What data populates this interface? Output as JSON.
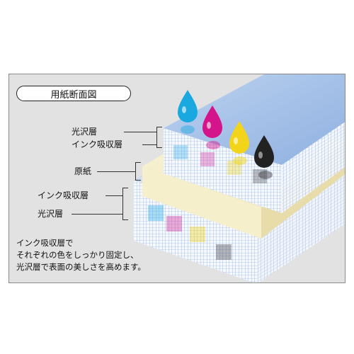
{
  "title": "用紙断面図",
  "labels": {
    "gloss_top": "光沢層",
    "ink_top": "インク吸収層",
    "base_paper": "原紙",
    "ink_bottom": "インク吸収層",
    "gloss_bottom": "光沢層"
  },
  "caption": [
    "インク吸収層で",
    "それぞれの色をしっかり固定し、",
    "光沢層で表面の美しさを高めます。"
  ],
  "colors": {
    "cyan": "#1aa8e0",
    "magenta": "#d4148a",
    "yellow": "#f2d51a",
    "black": "#222222",
    "panel_bg": "#e2e2e3",
    "gloss_blue": "#a9c3e8",
    "paper_cream": "#f5efcb"
  },
  "icons": [
    "ink-drop-icon"
  ]
}
